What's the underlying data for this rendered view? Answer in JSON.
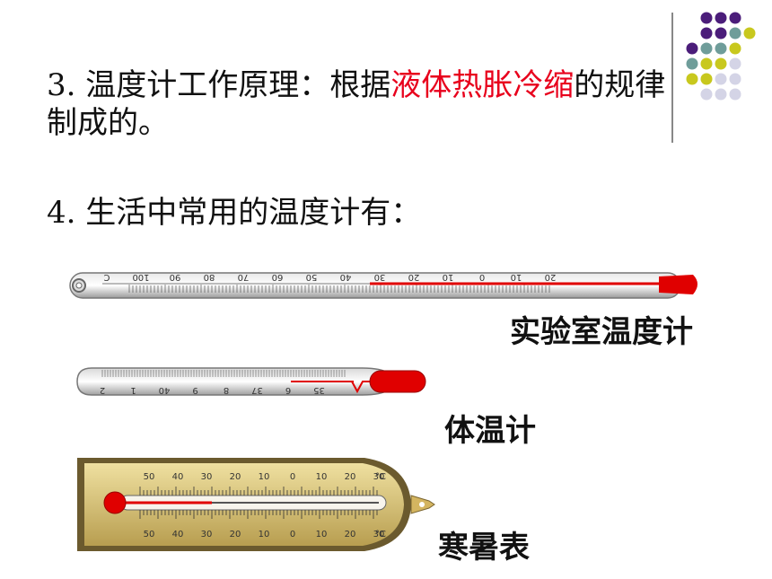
{
  "slide": {
    "point3_prefix": "3. 温度计工作原理：根据",
    "point3_highlight": "液体热胀冷缩",
    "point3_suffix": "的规律制成的。",
    "point4": "4.  生活中常用的温度计有：",
    "lab_thermometer": {
      "label": "实验室温度计",
      "scale": [
        "C",
        "100",
        "90",
        "80",
        "70",
        "60",
        "50",
        "40",
        "30",
        "20",
        "10",
        "0",
        "10",
        "20"
      ]
    },
    "clinical_thermometer": {
      "label": "体温计",
      "scale": [
        "2",
        "1",
        "40",
        "9",
        "8",
        "37",
        "6",
        "35"
      ]
    },
    "wall_thermometer": {
      "label": "寒暑表",
      "unit": "°C",
      "scale": [
        "50",
        "40",
        "30",
        "20",
        "10",
        "0",
        "10",
        "20",
        "30"
      ]
    }
  },
  "colors": {
    "highlight": "#e8001c",
    "mercury": "#e00000",
    "dot_purple": "#4b1d7a",
    "dot_teal": "#6f9d9a",
    "dot_olive": "#c8c81e",
    "dot_lavender": "#d4d4e6",
    "wall_frame": "#c4ad60"
  }
}
